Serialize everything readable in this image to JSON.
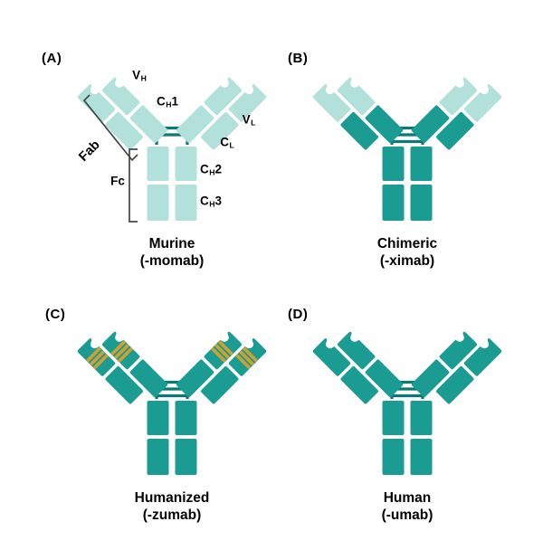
{
  "figure": {
    "colors": {
      "murine": "#b2e1dc",
      "human": "#1b9c93",
      "hinge": "#0b7a72",
      "cdr": "#d2a02f",
      "bracket": "#454545",
      "text": "#000000",
      "background": "#ffffff"
    },
    "panels": [
      {
        "letter": "(A)",
        "type_name": "Murine",
        "suffix": "(-momab)",
        "variable_region": "murine",
        "constant_region": "murine",
        "cdr_stripes": false,
        "hinge_rungs": 2
      },
      {
        "letter": "(B)",
        "type_name": "Chimeric",
        "suffix": "(-ximab)",
        "variable_region": "murine",
        "constant_region": "human",
        "cdr_stripes": false,
        "hinge_rungs": 3
      },
      {
        "letter": "(C)",
        "type_name": "Humanized",
        "suffix": "(-zumab)",
        "variable_region": "human",
        "constant_region": "human",
        "cdr_stripes": true,
        "hinge_rungs": 3
      },
      {
        "letter": "(D)",
        "type_name": "Human",
        "suffix": "(-umab)",
        "variable_region": "human",
        "constant_region": "human",
        "cdr_stripes": false,
        "hinge_rungs": 3
      }
    ],
    "domain_labels": {
      "vh": {
        "main": "V",
        "sub": "H",
        "tail": ""
      },
      "ch1": {
        "main": "C",
        "sub": "H",
        "tail": "1"
      },
      "vl": {
        "main": "V",
        "sub": "L",
        "tail": ""
      },
      "cl": {
        "main": "C",
        "sub": "L",
        "tail": ""
      },
      "ch2": {
        "main": "C",
        "sub": "H",
        "tail": "2"
      },
      "ch3": {
        "main": "C",
        "sub": "H",
        "tail": "3"
      }
    },
    "region_labels": {
      "fab": "Fab",
      "fc": "Fc"
    }
  }
}
